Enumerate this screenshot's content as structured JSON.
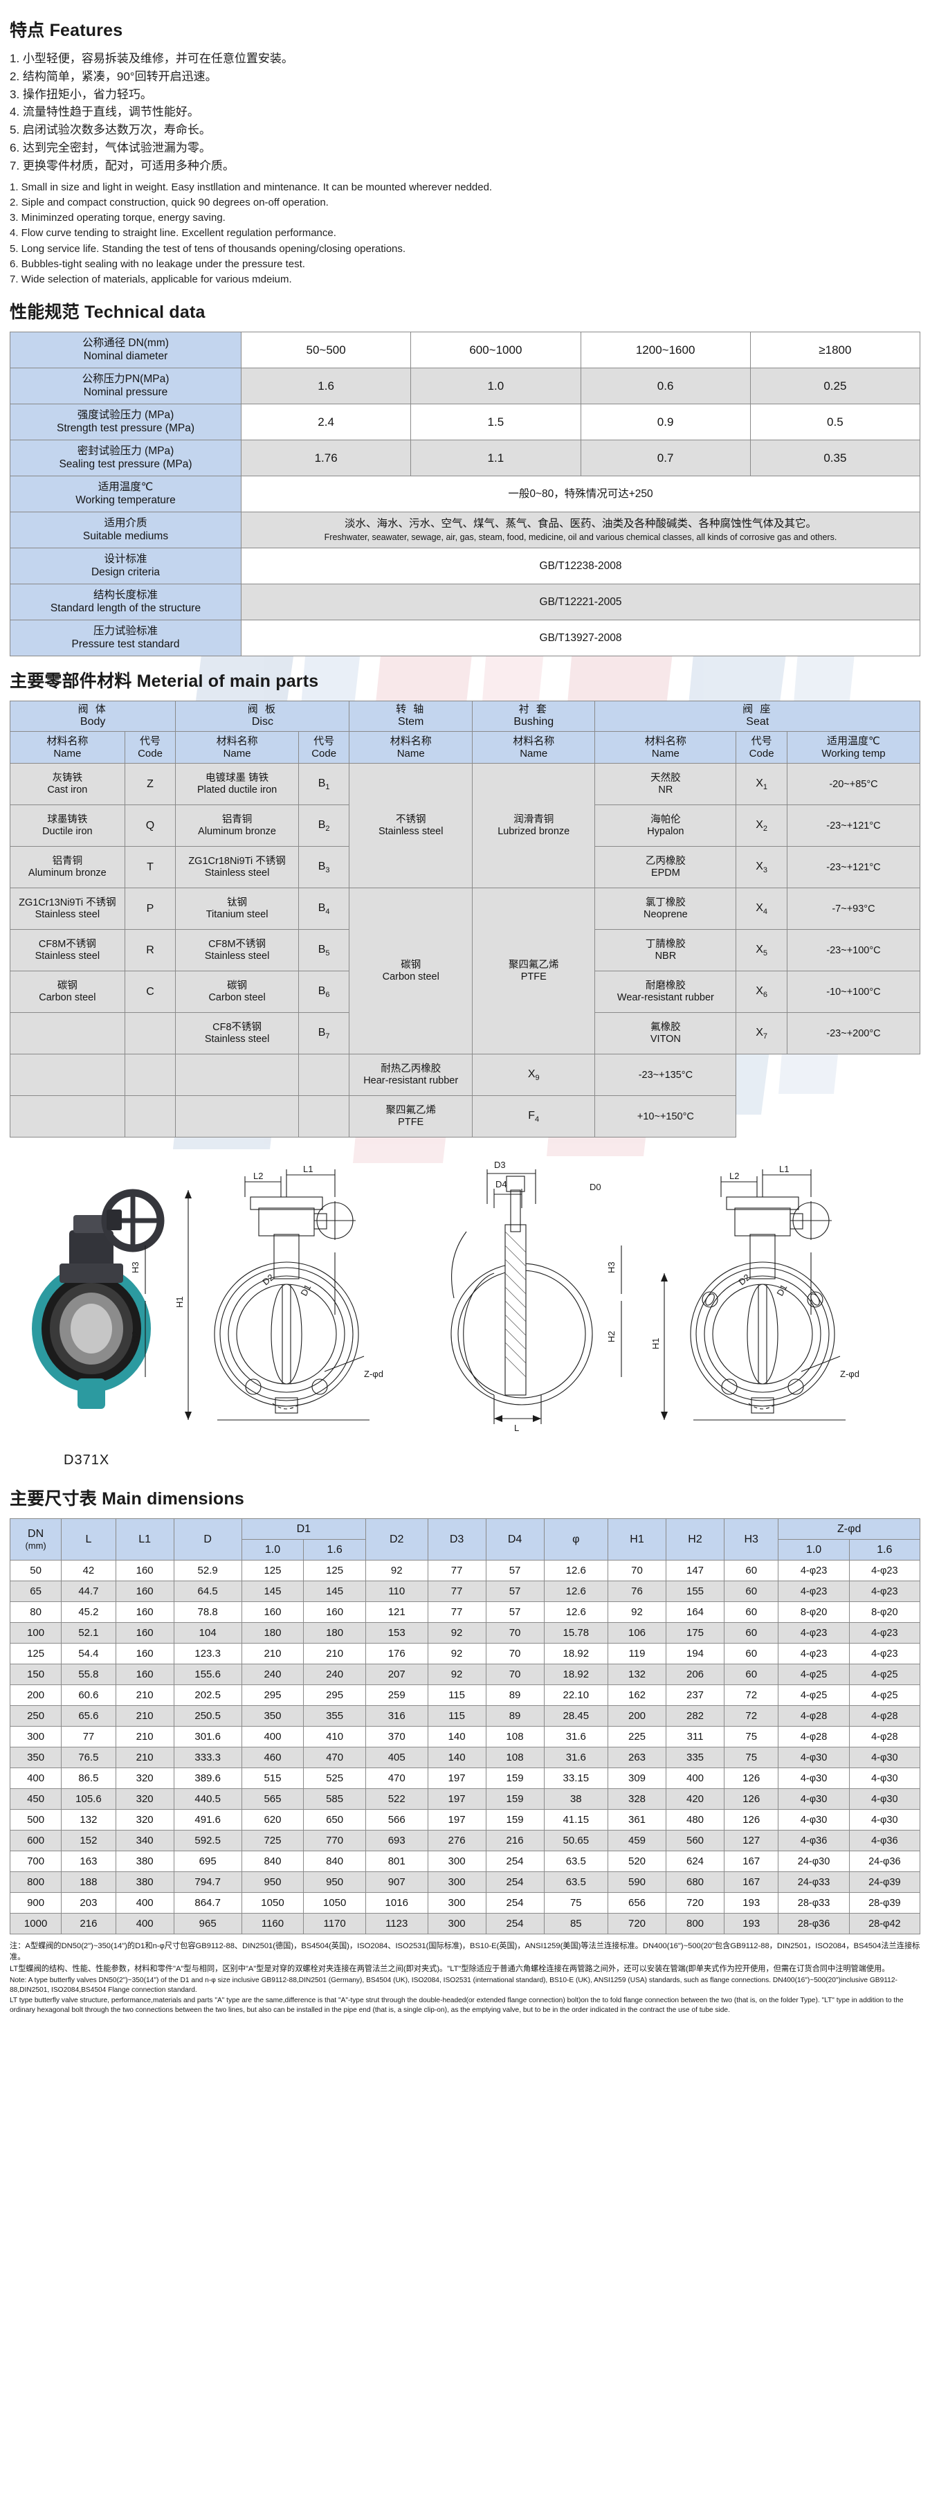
{
  "features": {
    "heading_cn": "特点",
    "heading_en": "Features",
    "cn_items": [
      "1. 小型轻便，容易拆装及维修，并可在任意位置安装。",
      "2. 结构简单，紧凑，90°回转开启迅速。",
      "3. 操作扭矩小，省力轻巧。",
      "4. 流量特性趋于直线，调节性能好。",
      "5. 启闭试验次数多达数万次，寿命长。",
      "6. 达到完全密封，气体试验泄漏为零。",
      "7. 更换零件材质，配对，可适用多种介质。"
    ],
    "en_items": [
      "1.  Small in size and light in weight. Easy instllation and mintenance. It can be mounted wherever nedded.",
      "2.  Siple and compact construction, quick 90 degrees on-off operation.",
      "3.  Miniminzed operating torque, energy  saving.",
      "4.  Flow curve tending to straight line. Excellent regulation performance.",
      "5.  Long service life. Standing the test of tens of thousands  opening/closing operations.",
      "6.  Bubbles-tight sealing with no leakage under the pressure test.",
      "7.  Wide selection of materials, applicable for various mdeium."
    ]
  },
  "technical": {
    "heading_cn": "性能规范",
    "heading_en": "Technical data",
    "rows": [
      {
        "label_cn": "公称通径 DN(mm)",
        "label_en": "Nominal diameter",
        "values": [
          "50~500",
          "600~1000",
          "1200~1600",
          "≥1800"
        ],
        "shade": "white"
      },
      {
        "label_cn": "公称压力PN(MPa)",
        "label_en": "Nominal pressure",
        "values": [
          "1.6",
          "1.0",
          "0.6",
          "0.25"
        ],
        "shade": "grey"
      },
      {
        "label_cn": "强度试验压力 (MPa)",
        "label_en": "Strength test pressure (MPa)",
        "values": [
          "2.4",
          "1.5",
          "0.9",
          "0.5"
        ],
        "shade": "white"
      },
      {
        "label_cn": "密封试验压力 (MPa)",
        "label_en": "Sealing test pressure (MPa)",
        "values": [
          "1.76",
          "1.1",
          "0.7",
          "0.35"
        ],
        "shade": "grey"
      }
    ],
    "temperature": {
      "label_cn": "适用温度℃",
      "label_en": "Working temperature",
      "value_cn": "一般0~80，特殊情况可达+250"
    },
    "mediums": {
      "label_cn": "适用介质",
      "label_en": "Suitable mediums",
      "value_cn": "淡水、海水、污水、空气、煤气、蒸气、食品、医药、油类及各种酸碱类、各种腐蚀性气体及其它。",
      "value_en": "Freshwater, seawater, sewage, air, gas, steam, food, medicine, oil and various chemical classes, all kinds of corrosive gas and others."
    },
    "standards": [
      {
        "label_cn": "设计标准",
        "label_en": "Design criteria",
        "value": "GB/T12238-2008",
        "shade": "white"
      },
      {
        "label_cn": "结构长度标准",
        "label_en": "Standard length of the structure",
        "value": "GB/T12221-2005",
        "shade": "grey"
      },
      {
        "label_cn": "压力试验标准",
        "label_en": "Pressure test standard",
        "value": "GB/T13927-2008",
        "shade": "white"
      }
    ]
  },
  "materials": {
    "heading_cn": "主要零部件材料",
    "heading_en": "Meterial of main parts",
    "groups": [
      {
        "cn": "阀 体",
        "en": "Body"
      },
      {
        "cn": "阀 板",
        "en": "Disc"
      },
      {
        "cn": "转 轴",
        "en": "Stem"
      },
      {
        "cn": "衬 套",
        "en": "Bushing"
      },
      {
        "cn": "阀 座",
        "en": "Seat"
      }
    ],
    "subheaders": {
      "name_cn": "材料名称",
      "name_en": "Name",
      "code_cn": "代号",
      "code_en": "Code",
      "temp_cn": "适用温度℃",
      "temp_en": "Working temp"
    },
    "body": [
      {
        "cn": "灰铸铁",
        "en": "Cast iron",
        "code": "Z"
      },
      {
        "cn": "球墨铸铁",
        "en": "Ductile iron",
        "code": "Q"
      },
      {
        "cn": "铝青铜",
        "en": "Aluminum bronze",
        "code": "T"
      },
      {
        "cn": "ZG1Cr13Ni9Ti 不锈钢",
        "en": "Stainless steel",
        "code": "P"
      },
      {
        "cn": "CF8M不锈钢",
        "en": "Stainless steel",
        "code": "R"
      },
      {
        "cn": "碳钢",
        "en": "Carbon steel",
        "code": "C"
      }
    ],
    "disc": [
      {
        "cn": "电镀球墨 铸铁",
        "en": "Plated ductile iron",
        "code": "B",
        "sub": "1"
      },
      {
        "cn": "铝青铜",
        "en": "Aluminum bronze",
        "code": "B",
        "sub": "2"
      },
      {
        "cn": "ZG1Cr18Ni9Ti 不锈钢",
        "en": "Stainless steel",
        "code": "B",
        "sub": "3"
      },
      {
        "cn": "钛钢",
        "en": "Titanium steel",
        "code": "B",
        "sub": "4"
      },
      {
        "cn": "CF8M不锈钢",
        "en": "Stainless steel",
        "code": "B",
        "sub": "5"
      },
      {
        "cn": "碳钢",
        "en": "Carbon steel",
        "code": "B",
        "sub": "6"
      },
      {
        "cn": "CF8不锈钢",
        "en": "Stainless steel",
        "code": "B",
        "sub": "7"
      }
    ],
    "stem": [
      {
        "cn": "不锈钢",
        "en": "Stainless steel"
      },
      {
        "cn": "碳钢",
        "en": "Carbon steel"
      }
    ],
    "bushing": [
      {
        "cn": "润滑青铜",
        "en": "Lubrized bronze"
      },
      {
        "cn": "聚四氟乙烯",
        "en": "PTFE"
      }
    ],
    "seat": [
      {
        "cn": "天然胶",
        "en": "NR",
        "code": "X",
        "sub": "1",
        "temp": "-20~+85°C"
      },
      {
        "cn": "海帕伦",
        "en": "Hypalon",
        "code": "X",
        "sub": "2",
        "temp": "-23~+121°C"
      },
      {
        "cn": "乙丙橡胶",
        "en": "EPDM",
        "code": "X",
        "sub": "3",
        "temp": "-23~+121°C"
      },
      {
        "cn": "氯丁橡胶",
        "en": "Neoprene",
        "code": "X",
        "sub": "4",
        "temp": "-7~+93°C"
      },
      {
        "cn": "丁腈橡胶",
        "en": "NBR",
        "code": "X",
        "sub": "5",
        "temp": "-23~+100°C"
      },
      {
        "cn": "耐磨橡胶",
        "en": "Wear-resistant rubber",
        "code": "X",
        "sub": "6",
        "temp": "-10~+100°C"
      },
      {
        "cn": "氟橡胶",
        "en": "VITON",
        "code": "X",
        "sub": "7",
        "temp": "-23~+200°C"
      },
      {
        "cn": "耐热乙丙橡胶",
        "en": "Hear-resistant rubber",
        "code": "X",
        "sub": "9",
        "temp": "-23~+135°C"
      },
      {
        "cn": "聚四氟乙烯",
        "en": "PTFE",
        "code": "F",
        "sub": "4",
        "temp": "+10~+150°C"
      }
    ]
  },
  "drawing": {
    "model": "D371X"
  },
  "dimensions": {
    "heading_cn": "主要尺寸表",
    "heading_en": "Main dimensions",
    "columns": [
      "DN",
      "L",
      "L1",
      "D",
      "D1",
      "D2",
      "D3",
      "D4",
      "φ",
      "H1",
      "H2",
      "H3",
      "Z-φd"
    ],
    "dn_unit": "(mm)",
    "sub_1_0": "1.0",
    "sub_1_6": "1.6",
    "rows": [
      [
        "50",
        "42",
        "160",
        "52.9",
        "125",
        "125",
        "92",
        "77",
        "57",
        "12.6",
        "70",
        "147",
        "60",
        "4-φ23",
        "4-φ23"
      ],
      [
        "65",
        "44.7",
        "160",
        "64.5",
        "145",
        "145",
        "110",
        "77",
        "57",
        "12.6",
        "76",
        "155",
        "60",
        "4-φ23",
        "4-φ23"
      ],
      [
        "80",
        "45.2",
        "160",
        "78.8",
        "160",
        "160",
        "121",
        "77",
        "57",
        "12.6",
        "92",
        "164",
        "60",
        "8-φ20",
        "8-φ20"
      ],
      [
        "100",
        "52.1",
        "160",
        "104",
        "180",
        "180",
        "153",
        "92",
        "70",
        "15.78",
        "106",
        "175",
        "60",
        "4-φ23",
        "4-φ23"
      ],
      [
        "125",
        "54.4",
        "160",
        "123.3",
        "210",
        "210",
        "176",
        "92",
        "70",
        "18.92",
        "119",
        "194",
        "60",
        "4-φ23",
        "4-φ23"
      ],
      [
        "150",
        "55.8",
        "160",
        "155.6",
        "240",
        "240",
        "207",
        "92",
        "70",
        "18.92",
        "132",
        "206",
        "60",
        "4-φ25",
        "4-φ25"
      ],
      [
        "200",
        "60.6",
        "210",
        "202.5",
        "295",
        "295",
        "259",
        "115",
        "89",
        "22.10",
        "162",
        "237",
        "72",
        "4-φ25",
        "4-φ25"
      ],
      [
        "250",
        "65.6",
        "210",
        "250.5",
        "350",
        "355",
        "316",
        "115",
        "89",
        "28.45",
        "200",
        "282",
        "72",
        "4-φ28",
        "4-φ28"
      ],
      [
        "300",
        "77",
        "210",
        "301.6",
        "400",
        "410",
        "370",
        "140",
        "108",
        "31.6",
        "225",
        "311",
        "75",
        "4-φ28",
        "4-φ28"
      ],
      [
        "350",
        "76.5",
        "210",
        "333.3",
        "460",
        "470",
        "405",
        "140",
        "108",
        "31.6",
        "263",
        "335",
        "75",
        "4-φ30",
        "4-φ30"
      ],
      [
        "400",
        "86.5",
        "320",
        "389.6",
        "515",
        "525",
        "470",
        "197",
        "159",
        "33.15",
        "309",
        "400",
        "126",
        "4-φ30",
        "4-φ30"
      ],
      [
        "450",
        "105.6",
        "320",
        "440.5",
        "565",
        "585",
        "522",
        "197",
        "159",
        "38",
        "328",
        "420",
        "126",
        "4-φ30",
        "4-φ30"
      ],
      [
        "500",
        "132",
        "320",
        "491.6",
        "620",
        "650",
        "566",
        "197",
        "159",
        "41.15",
        "361",
        "480",
        "126",
        "4-φ30",
        "4-φ30"
      ],
      [
        "600",
        "152",
        "340",
        "592.5",
        "725",
        "770",
        "693",
        "276",
        "216",
        "50.65",
        "459",
        "560",
        "127",
        "4-φ36",
        "4-φ36"
      ],
      [
        "700",
        "163",
        "380",
        "695",
        "840",
        "840",
        "801",
        "300",
        "254",
        "63.5",
        "520",
        "624",
        "167",
        "24-φ30",
        "24-φ36"
      ],
      [
        "800",
        "188",
        "380",
        "794.7",
        "950",
        "950",
        "907",
        "300",
        "254",
        "63.5",
        "590",
        "680",
        "167",
        "24-φ33",
        "24-φ39"
      ],
      [
        "900",
        "203",
        "400",
        "864.7",
        "1050",
        "1050",
        "1016",
        "300",
        "254",
        "75",
        "656",
        "720",
        "193",
        "28-φ33",
        "28-φ39"
      ],
      [
        "1000",
        "216",
        "400",
        "965",
        "1160",
        "1170",
        "1123",
        "300",
        "254",
        "85",
        "720",
        "800",
        "193",
        "28-φ36",
        "28-φ42"
      ]
    ]
  },
  "notes": {
    "cn1": "注：A型蝶阀的DN50(2\")~350(14\")的D1和n-φ尺寸包容GB9112-88、DIN2501(德国)，BS4504(英国)，ISO2084、ISO2531(国际标准)，BS10-E(英国)，ANSI1259(美国)等法兰连接标准。DN400(16\")~500(20\"包含GB9112-88，DIN2501，ISO2084，BS4504法兰连接标准。",
    "cn2": "LT型蝶阀的结构、性能、性能参数，材料和零件\"A\"型与相同，区别中\"A\"型是对穿的双螺栓对夹连接在两管法兰之间(即对夹式)。\"LT\"型除适应于普通六角螺栓连接在两管路之间外，还可以安装在管端(即单夹式作为控开使用，但需在订货合同中注明管端使用。",
    "en1": "Note: A type butterfly valves DN50(2\")~350(14\") of the D1 and n-φ size inclusive GB9112-88,DIN2501 (Germany), BS4504 (UK), ISO2084, ISO2531 (international standard), BS10-E (UK), ANSI1259 (USA) standards, such as flange connections. DN400(16\")~500(20\")inclusive GB9112-88,DIN2501, ISO2084,BS4504 Flange connection standard.",
    "en2": "LT type butterfly valve structure, performance,materials and parts \"A\" type are the same,difference is that \"A\"-type strut through the double-headed(or extended flange connection) bolt)on the to fold flange connection between the two (that is, on the folder Type). \"LT\" type in addition to the ordinary hexagonal bolt through the two connections between the two lines, but also can be installed in the pipe end (that is, a single clip-on), as the emptying valve, but to be in the order indicated in the contract the use of tube side."
  }
}
